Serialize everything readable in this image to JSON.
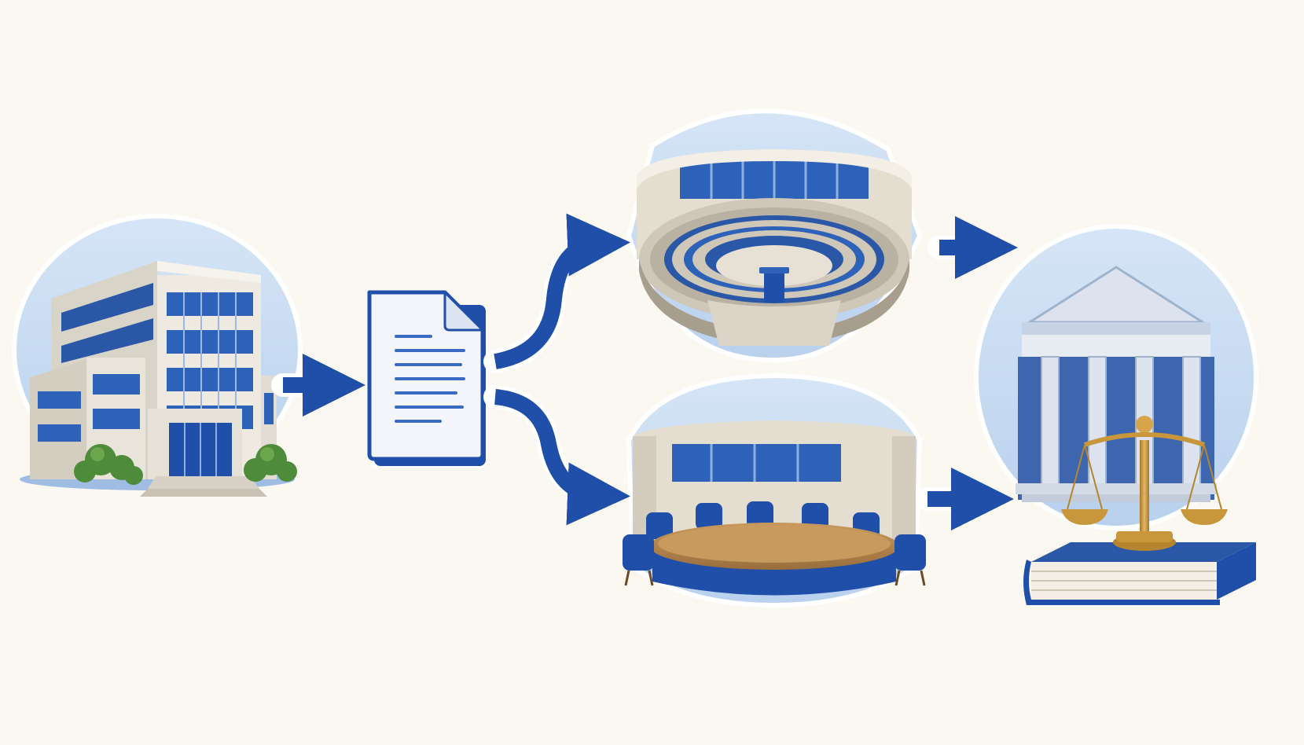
{
  "colors": {
    "background": "#FBF8F1",
    "accent_blue": "#1F4FA8",
    "accent_blue_dark": "#173E8A",
    "halo_blue": "#CBDDF2",
    "stone": "#E4DED1",
    "stone_dark": "#B9B1A2",
    "glass": "#2E62B8",
    "wood": "#B98A52",
    "gold": "#C9973B",
    "foliage": "#4E8B3A"
  },
  "nodes": [
    {
      "id": "agency",
      "icon": "office-building-icon"
    },
    {
      "id": "proposal",
      "icon": "document-icon"
    },
    {
      "id": "legislature",
      "icon": "parliament-chamber-icon"
    },
    {
      "id": "council",
      "icon": "conference-room-icon"
    },
    {
      "id": "law",
      "icon": "courthouse-scales-law-book-icon"
    }
  ],
  "edges": [
    {
      "from": "agency",
      "to": "proposal"
    },
    {
      "from": "proposal",
      "to": "legislature"
    },
    {
      "from": "proposal",
      "to": "council"
    },
    {
      "from": "legislature",
      "to": "law"
    },
    {
      "from": "council",
      "to": "law"
    }
  ]
}
